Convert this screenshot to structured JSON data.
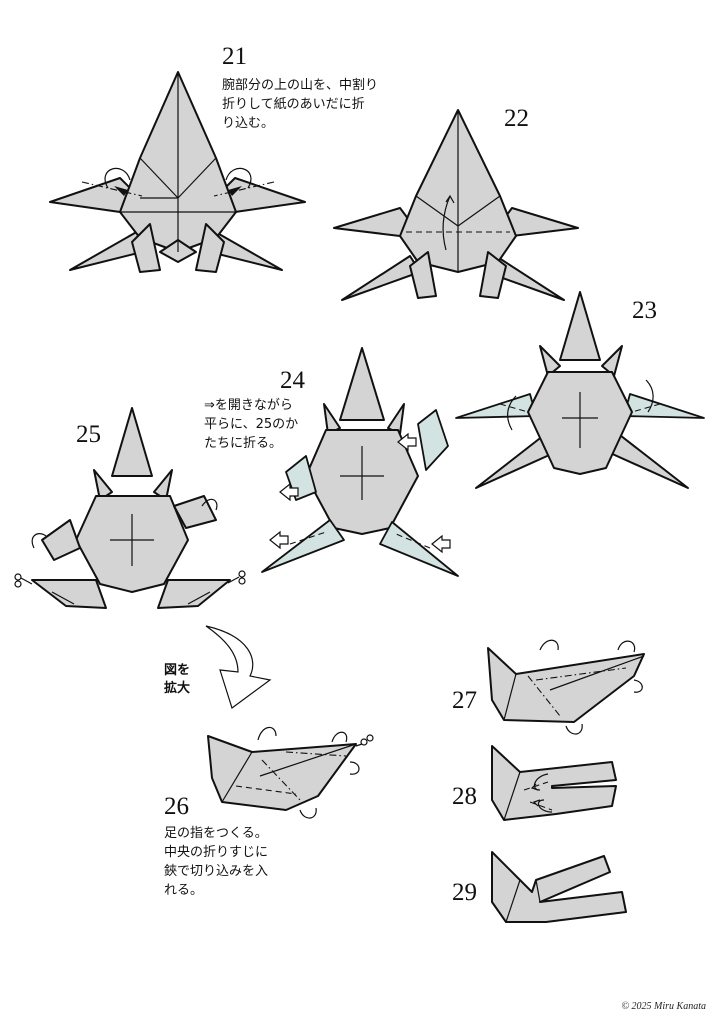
{
  "steps": [
    {
      "number": "21",
      "text": "腕部分の上の山を、中割り\n折りして紙のあいだに折\nり込む。"
    },
    {
      "number": "22",
      "text": ""
    },
    {
      "number": "23",
      "text": ""
    },
    {
      "number": "24",
      "text": "⇒を開きながら\n平らに、25のか\nたちに折る。"
    },
    {
      "number": "25",
      "text": ""
    },
    {
      "number": "26",
      "text": "足の指をつくる。\n中央の折りすじに\n鋏で切り込みを入\nれる。"
    },
    {
      "number": "27",
      "text": ""
    },
    {
      "number": "28",
      "text": ""
    },
    {
      "number": "29",
      "text": ""
    }
  ],
  "zoom_label": "図を\n拡大",
  "copyright": "© 2025 Miru Kanata",
  "colors": {
    "paper": "#d4d4d4",
    "paper_light": "#d2e3e2",
    "line": "#111111"
  },
  "icons": [
    "scissors-icon",
    "fold-arrow-icon",
    "push-arrow-icon",
    "zoom-arrow-icon"
  ]
}
